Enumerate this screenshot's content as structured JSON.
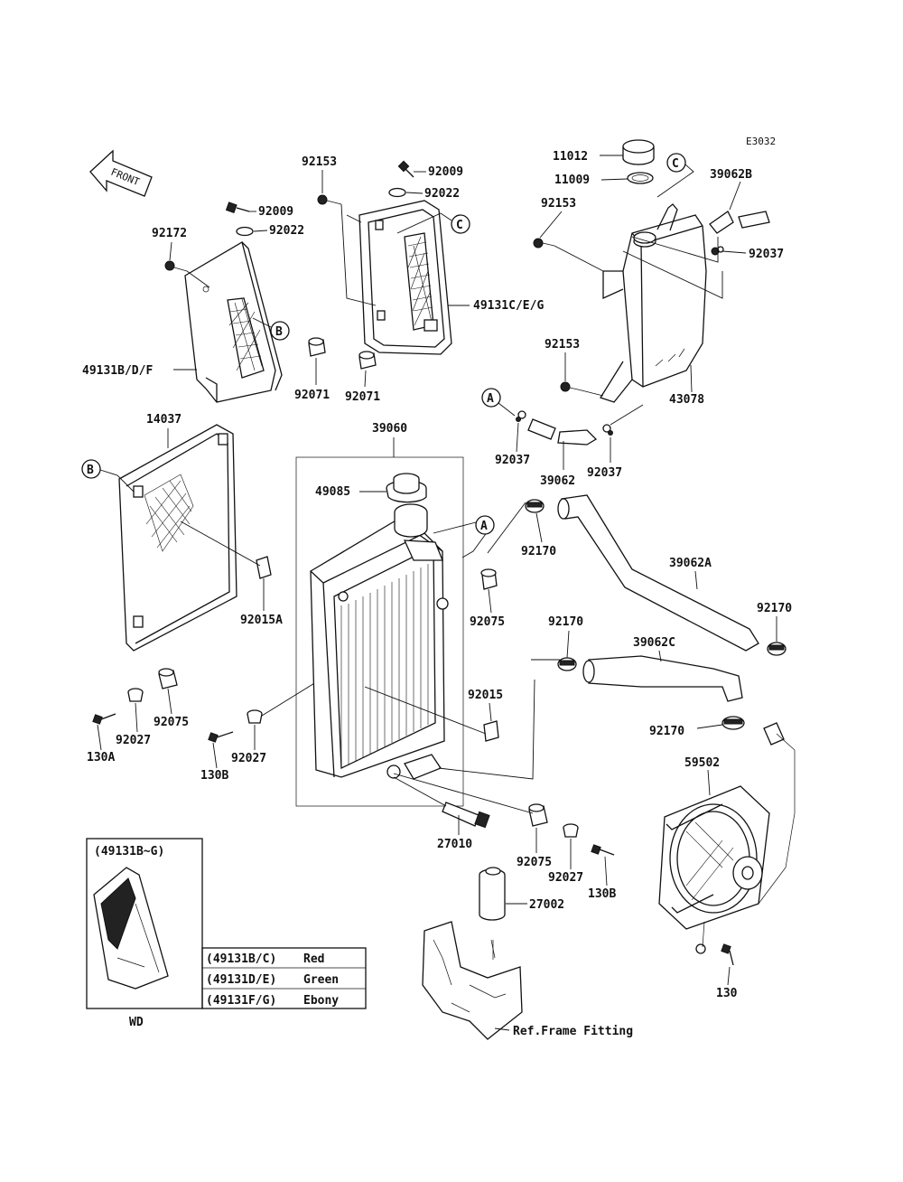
{
  "diagram_code": "E3032",
  "front_label": "FRONT",
  "callouts": [
    "A",
    "B",
    "C"
  ],
  "parts": {
    "p11012": "11012",
    "p11009": "11009",
    "p39062B": "39062B",
    "p92037a": "92037",
    "p92153a": "92153",
    "p92153b": "92153",
    "p92153c": "92153",
    "p43078": "43078",
    "p92037b": "92037",
    "p39062": "39062",
    "p92037c": "92037",
    "p92009a": "92009",
    "p92022a": "92022",
    "p49131CEG": "49131C/E/G",
    "p92071a": "92071",
    "p92071b": "92071",
    "p92009b": "92009",
    "p92022b": "92022",
    "p92172": "92172",
    "p49131BDF": "49131B/D/F",
    "p14037": "14037",
    "p92015A": "92015A",
    "p39060": "39060",
    "p49085": "49085",
    "p92170a": "92170",
    "p39062A": "39062A",
    "p92170b": "92170",
    "p92075a": "92075",
    "p92170c": "92170",
    "p39062C": "39062C",
    "p92015": "92015",
    "p92170d": "92170",
    "p59502": "59502",
    "p92075b": "92075",
    "p92027a": "92027",
    "p130A": "130A",
    "p92027b": "92027",
    "p130B1": "130B",
    "p27010": "27010",
    "p92075c": "92075",
    "p92027c": "92027",
    "p130B2": "130B",
    "p27002": "27002",
    "p130": "130",
    "ref_frame": "Ref.Frame Fitting"
  },
  "inset": {
    "header": "(49131B~G)",
    "caption": "WD"
  },
  "color_table": [
    {
      "code": "(49131B/C)",
      "color": "Red"
    },
    {
      "code": "(49131D/E)",
      "color": "Green"
    },
    {
      "code": "(49131F/G)",
      "color": "Ebony"
    }
  ]
}
